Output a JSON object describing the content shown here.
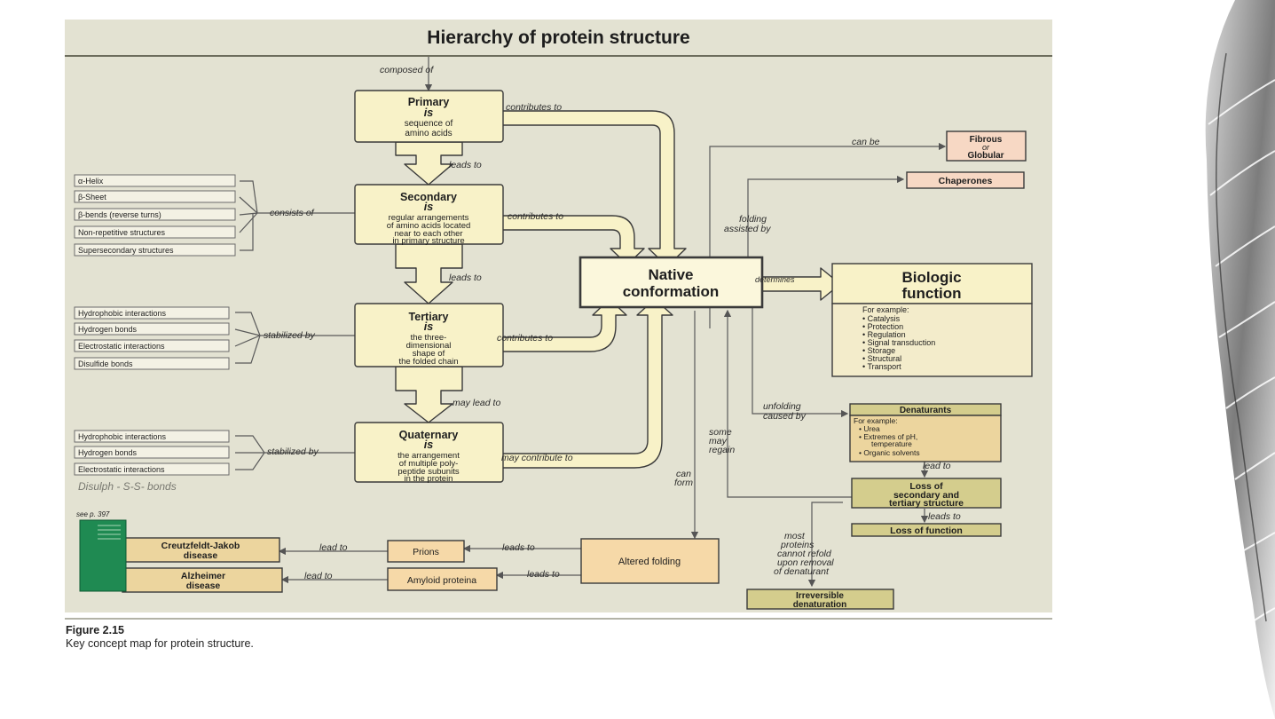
{
  "title": "Hierarchy of protein structure",
  "levels": {
    "primary": {
      "name": "Primary",
      "is": "is",
      "desc": [
        "sequence of",
        "amino acids"
      ]
    },
    "secondary": {
      "name": "Secondary",
      "is": "is",
      "desc": [
        "regular arrangements",
        "of amino acids located",
        "near to each other",
        "in primary structure"
      ]
    },
    "tertiary": {
      "name": "Tertiary",
      "is": "is",
      "desc": [
        "the three-",
        "dimensional",
        "shape of",
        "the folded chain"
      ]
    },
    "quaternary": {
      "name": "Quaternary",
      "is": "is",
      "desc": [
        "the arrangement",
        "of multiple poly-",
        "peptide subunits",
        "in the protein"
      ]
    }
  },
  "native": [
    "Native",
    "conformation"
  ],
  "biologic": {
    "title": [
      "Biologic",
      "function"
    ],
    "example_label": "For example:",
    "items": [
      "• Catalysis",
      "• Protection",
      "• Regulation",
      "• Signal transduction",
      "• Storage",
      "• Structural",
      "• Transport"
    ]
  },
  "fibrous": [
    "Fibrous",
    "or",
    "Globular"
  ],
  "chaperones": "Chaperones",
  "denaturants": {
    "title": "Denaturants",
    "items": [
      "For example:",
      "• Urea",
      "• Extremes of pH,",
      "temperature",
      "• Organic solvents"
    ]
  },
  "loss_structure": [
    "Loss of",
    "secondary and",
    "tertiary structure"
  ],
  "loss_function": "Loss of function",
  "irreversible": [
    "Irreversible",
    "denaturation"
  ],
  "altered_folding": "Altered folding",
  "prions": "Prions",
  "amyloid": "Amyloid proteina",
  "cjd": [
    "Creutzfeldt-Jakob",
    "disease"
  ],
  "alzheimer": [
    "Alzheimer",
    "disease"
  ],
  "secondary_list": [
    "α-Helix",
    "β-Sheet",
    "β-bends (reverse turns)",
    "Non-repetitive structures",
    "Supersecondary structures"
  ],
  "tertiary_list": [
    "Hydrophobic interactions",
    "Hydrogen bonds",
    "Electrostatic interactions",
    "Disulfide bonds"
  ],
  "quaternary_list": [
    "Hydrophobic interactions",
    "Hydrogen bonds",
    "Electrostatic interactions"
  ],
  "handwritten": "Disulph - S-S- bonds",
  "see_page": "see p. 397",
  "labels": {
    "composed_of": "composed of",
    "contributes_to": "contributes to",
    "leads_to": "leads to",
    "consists_of": "consists of",
    "stabilized_by": "stabilized by",
    "may_lead_to": "may lead to",
    "may_contribute_to": "may contribute to",
    "can_be": "can be",
    "folding_assisted": [
      "folding",
      "assisted by"
    ],
    "determines": "determines",
    "unfolding": [
      "unfolding",
      "caused by"
    ],
    "some_may_regain": [
      "some",
      "may",
      "regain"
    ],
    "can_form": [
      "can",
      "form"
    ],
    "lead_to": "lead to",
    "most_proteins": [
      "most",
      "proteins",
      "cannot refold",
      "upon removal",
      "of denaturant"
    ]
  },
  "caption": {
    "number": "Figure 2.15",
    "text": "Key concept map for protein structure."
  },
  "colors": {
    "panel": "#e3e2d2",
    "cream_box": "#f8f2c8",
    "salmon_box": "#f7d8c4",
    "tan_box": "#ecd59e",
    "olive_box": "#d4cd8d",
    "green_book": "#1f8a52"
  }
}
